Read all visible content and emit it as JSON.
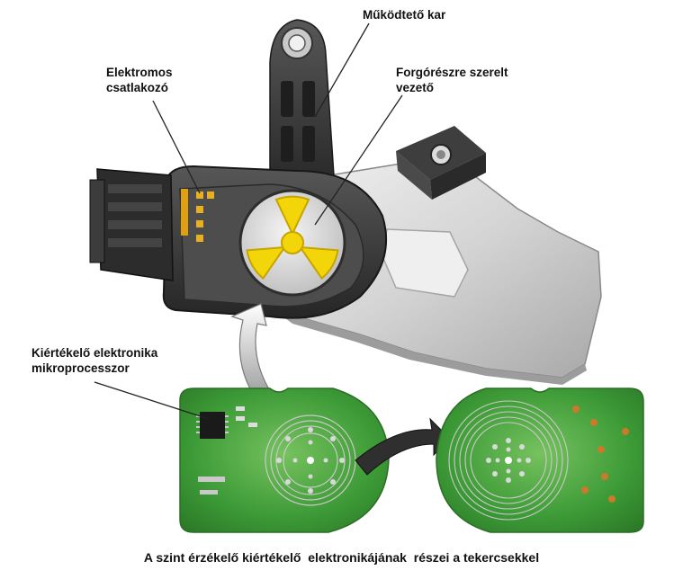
{
  "labels": {
    "actuator_arm": "Működtető kar",
    "electrical_connector_line1": "Elektromos",
    "electrical_connector_line2": "csatlakozó",
    "rotor_guide_line1": "Forgórészre szerelt",
    "rotor_guide_line2": "vezető",
    "evaluation_electronics_line1": "Kiértékelő elektronika",
    "evaluation_electronics_line2": "mikroprocesszor"
  },
  "caption": "A szint érzékelő kiértékelő  elektronikájának  részei a tekercsekkel",
  "colors": {
    "housing_dark": "#3a3a3a",
    "bracket_metal": "#d8d8d8",
    "rotor_yellow": "#f2d60a",
    "pcb_green": "#3f9a3a",
    "leader_line": "#222222"
  }
}
